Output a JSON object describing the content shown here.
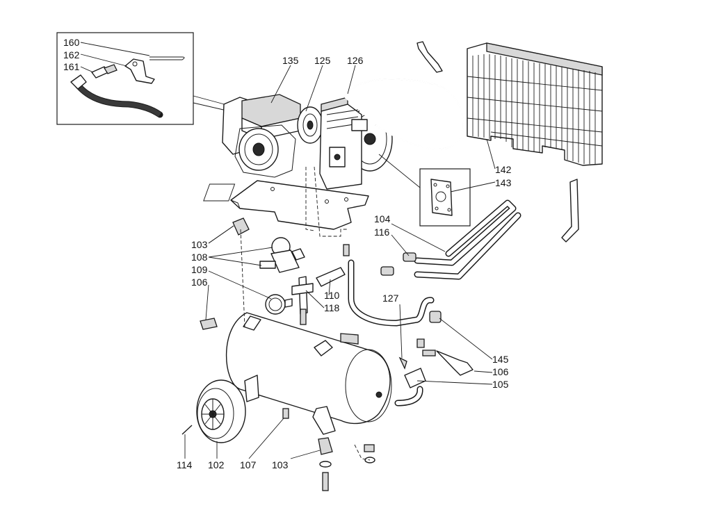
{
  "diagram": {
    "callouts": [
      "160",
      "162",
      "161",
      "135",
      "125",
      "126",
      "142",
      "143",
      "104",
      "116",
      "103",
      "108",
      "109",
      "106",
      "110",
      "118",
      "127",
      "145",
      "106",
      "105",
      "114",
      "102",
      "107",
      "103"
    ]
  }
}
